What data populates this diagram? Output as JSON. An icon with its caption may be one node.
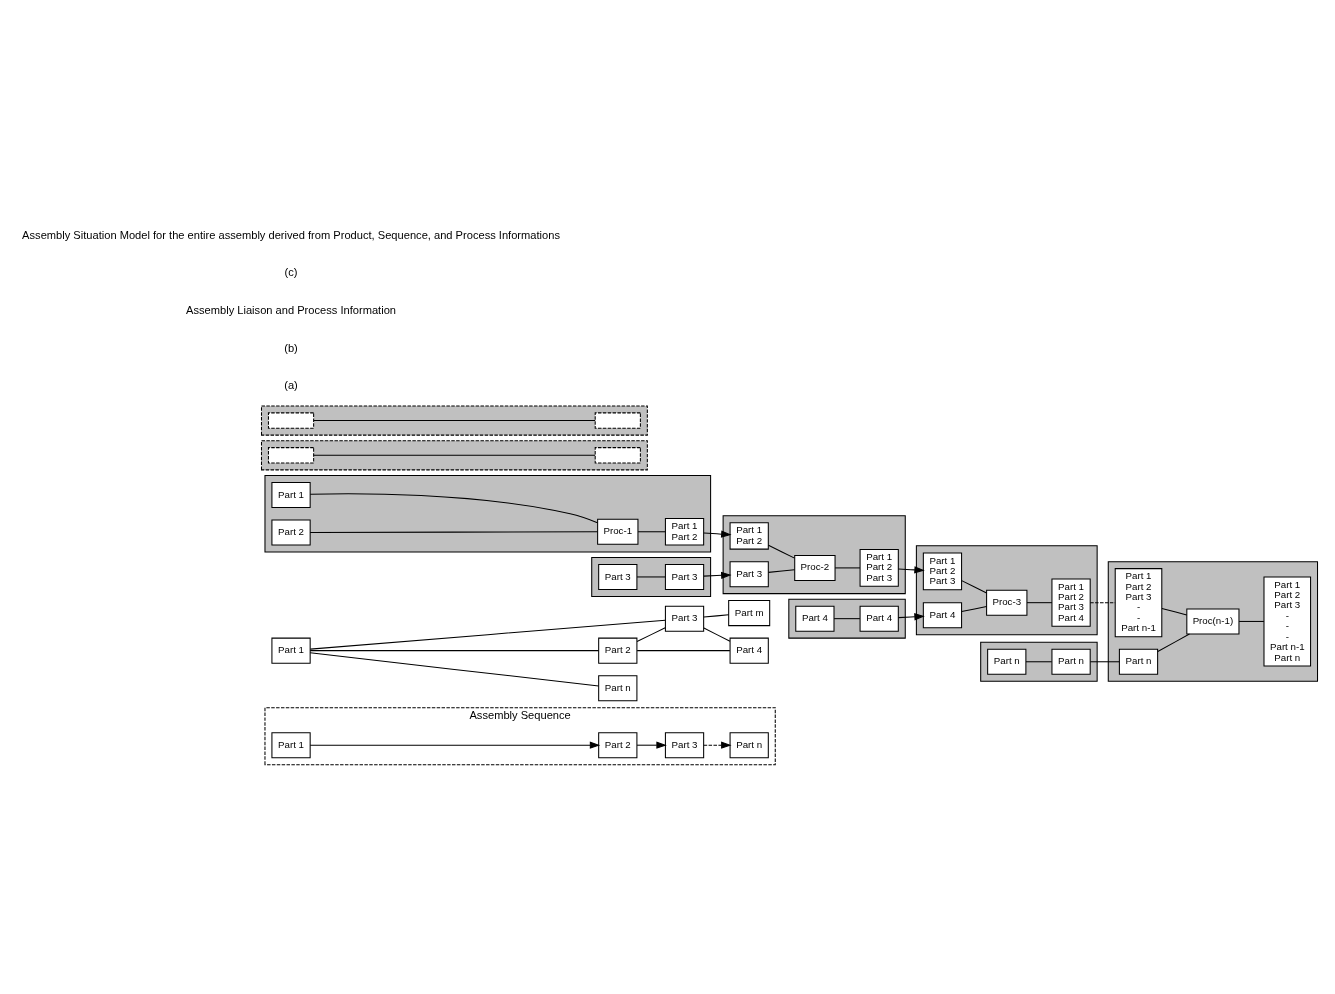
{
  "diagram": {
    "nodes": [
      {
        "text": [
          "Assembly Sequence"
        ]
      },
      {
        "text": [
          "Part 1"
        ],
        "in": 0
      },
      {
        "text": [
          "Part 2"
        ],
        "in": 0
      },
      {
        "text": [
          "Part 3"
        ],
        "in": 0
      },
      {
        "text": [
          "Part n"
        ],
        "in": 0
      },
      {
        "text": [
          "Part 2"
        ]
      },
      {
        "text": [
          "Part 1"
        ]
      },
      {
        "text": [
          "Part 3"
        ]
      },
      {
        "text": [
          "Part 4"
        ]
      },
      {
        "text": [
          "Part m"
        ]
      },
      {
        "text": [
          "Part n"
        ]
      },
      {
        "text": [],
        "shape": "box"
      },
      {
        "text": [
          "Part 1"
        ],
        "in": 11
      },
      {
        "text": [
          "Part 2"
        ],
        "in": 11
      },
      {
        "text": [
          "Proc-1"
        ],
        "in": 11
      },
      {
        "text": [
          "Part 1",
          "Part 2"
        ],
        "in": 11
      },
      {
        "text": [],
        "shape": "box"
      },
      {
        "text": [
          "Part 3"
        ],
        "in": 16
      },
      {
        "text": [
          "Part 3"
        ],
        "in": 16
      },
      {
        "text": [],
        "shape": "box"
      },
      {
        "text": [
          "Part 4"
        ],
        "in": 19
      },
      {
        "text": [
          "Part 4"
        ],
        "in": 19
      },
      {
        "text": [],
        "shape": "box"
      },
      {
        "text": [],
        "shape": "box",
        "in": 22
      },
      {
        "text": [],
        "shape": "box",
        "in": 22
      },
      {
        "text": [],
        "shape": "box"
      },
      {
        "text": [],
        "shape": "box",
        "in": 25
      },
      {
        "text": [],
        "shape": "box",
        "in": 25
      },
      {
        "text": [],
        "shape": "box"
      },
      {
        "text": [
          "Part n"
        ],
        "in": 28
      },
      {
        "text": [
          "Part n"
        ],
        "in": 28
      },
      {
        "text": [],
        "shape": "box"
      },
      {
        "text": [
          "Part 1",
          "Part 2"
        ],
        "in": 31
      },
      {
        "text": [
          "Part 3"
        ],
        "in": 31
      },
      {
        "text": [
          "Proc-2"
        ],
        "in": 31
      },
      {
        "text": [
          "Part 1",
          "Part 2",
          "Part 3"
        ],
        "in": 31
      },
      {
        "text": [],
        "shape": "box"
      },
      {
        "text": [
          "Part 1",
          "Part 2",
          "Part 3"
        ],
        "in": 36
      },
      {
        "text": [
          "Part 4"
        ],
        "in": 36
      },
      {
        "text": [
          "Proc-3"
        ],
        "in": 36
      },
      {
        "text": [
          "Part 1",
          "Part 2",
          "Part 3",
          "Part 4"
        ],
        "in": 36
      },
      {
        "text": [],
        "shape": "box"
      },
      {
        "text": [
          "Part 1",
          "Part 2",
          "Part 3",
          "-",
          "-",
          "Part n-1"
        ],
        "in": 41
      },
      {
        "text": [
          "Part n"
        ],
        "in": 41
      },
      {
        "text": [
          "Proc(n-1)"
        ],
        "in": 41
      },
      {
        "text": [
          "Part 1",
          "Part 2",
          "Part 3",
          "-",
          "-",
          "-",
          "Part n-1",
          "Part n"
        ],
        "in": 41
      }
    ],
    "edges": [
      {
        "from": 1,
        "to": 2,
        "arrow": "to"
      },
      {
        "from": 2,
        "to": 3,
        "arrow": "to"
      },
      {
        "from": 3,
        "to": 4,
        "arrow": "to",
        "style": "dashed"
      },
      {
        "from": 6,
        "to": 5,
        "arrow": "none"
      },
      {
        "from": 5,
        "to": 7,
        "arrow": "none"
      },
      {
        "from": 6,
        "to": 7,
        "arrow": "none"
      },
      {
        "from": 5,
        "to": 8,
        "arrow": "none"
      },
      {
        "from": 6,
        "to": 10,
        "arrow": "none"
      },
      {
        "from": 7,
        "to": 8,
        "arrow": "none"
      },
      {
        "from": 7,
        "to": 9,
        "arrow": "none"
      },
      {
        "from": 12,
        "to": 14,
        "arrow": "none"
      },
      {
        "from": 13,
        "to": 14,
        "arrow": "none"
      },
      {
        "from": 14,
        "to": 15,
        "arrow": "none"
      },
      {
        "from": 17,
        "to": 18,
        "arrow": "none"
      },
      {
        "from": 20,
        "to": 21,
        "arrow": "none"
      },
      {
        "from": 23,
        "to": 24,
        "arrow": "none"
      },
      {
        "from": 26,
        "to": 27,
        "arrow": "none"
      },
      {
        "from": 29,
        "to": 30,
        "arrow": "none"
      },
      {
        "from": 32,
        "to": 34,
        "arrow": "none"
      },
      {
        "from": 33,
        "to": 34,
        "arrow": "none"
      },
      {
        "from": 34,
        "to": 35,
        "arrow": "none"
      },
      {
        "from": 37,
        "to": 39,
        "arrow": "none"
      },
      {
        "from": 38,
        "to": 39,
        "arrow": "none"
      },
      {
        "from": 39,
        "to": 40,
        "arrow": "none"
      },
      {
        "from": 42,
        "to": 44,
        "arrow": "none"
      },
      {
        "from": 43,
        "to": 44,
        "arrow": "none"
      },
      {
        "from": 44,
        "to": 45,
        "arrow": "none"
      },
      {
        "from": 15,
        "to": 32,
        "arrow": "to"
      },
      {
        "from": 18,
        "to": 33,
        "arrow": "to"
      },
      {
        "from": 35,
        "to": 37,
        "arrow": "to"
      },
      {
        "from": 21,
        "to": 38,
        "arrow": "to"
      },
      {
        "from": 40,
        "to": 42,
        "arrow": "none",
        "style": "dashed"
      },
      {
        "from": 30,
        "to": 43,
        "arrow": "none"
      }
    ],
    "labels": [
      "(a)",
      "(b)",
      "Assembly Liaison and Process Information",
      "(c)",
      "Assembly Situation Model for the entire assembly derived from Product, Sequence, and Process Informations"
    ]
  }
}
